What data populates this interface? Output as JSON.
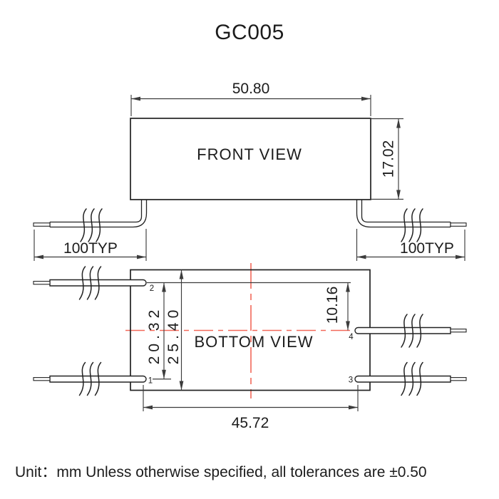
{
  "title": "GC005",
  "front_view": {
    "label": "FRONT VIEW",
    "width_dim": "50.80",
    "height_dim": "17.02",
    "lead_dim_left": "100TYP",
    "lead_dim_right": "100TYP"
  },
  "bottom_view": {
    "label": "BOTTOM VIEW",
    "pin_row_pitch_dim": "20.32",
    "body_depth_dim": "25.40",
    "pin4_offset_dim": "10.16",
    "pin_span_dim": "45.72",
    "pin_labels": {
      "p1": "1",
      "p2": "2",
      "p3": "3",
      "p4": "4"
    }
  },
  "footer": {
    "note": "Unit：mm Unless otherwise specified, all tolerances are ±0.50"
  },
  "colors": {
    "centerline_red": "#f2695a",
    "object_line": "#222222",
    "dimension_line": "#3c3c3c"
  }
}
